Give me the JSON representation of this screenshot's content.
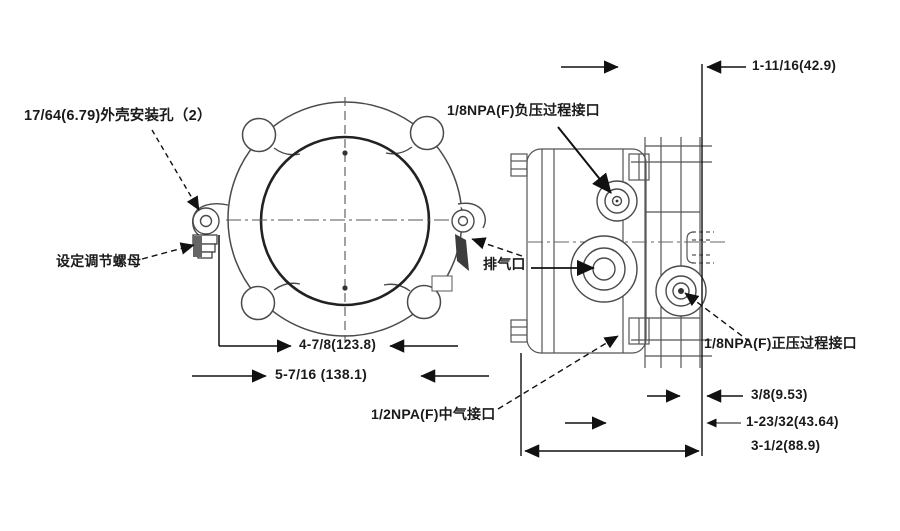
{
  "diagram": {
    "type": "engineering-dimension-drawing",
    "views": [
      "front-view",
      "side-view"
    ],
    "front_view": {
      "labels": {
        "mounting_hole": "17/64(6.79)外壳安装孔（2）",
        "adjust_nut": "设定调节螺母"
      },
      "dimensions": {
        "bolt_span": "4-7/8(123.8)",
        "overall_width": "5-7/16 (138.1)"
      }
    },
    "side_view": {
      "labels": {
        "negative_port": "1/8NPA(F)负压过程接口",
        "exhaust_port": "排气口",
        "positive_port": "1/8NPA(F)正压过程接口",
        "supply_port": "1/2NPA(F)中气接口"
      },
      "dimensions": {
        "top_depth": "1-11/16(42.9)",
        "flange_thickness": "3/8(9.53)",
        "mid_depth": "1-23/32(43.64)",
        "overall_depth": "3-1/2(88.9)"
      }
    },
    "colors": {
      "drawing_line": "#555555",
      "dimension_line": "#111111",
      "text": "#1a1a1a",
      "background": "#ffffff"
    }
  }
}
